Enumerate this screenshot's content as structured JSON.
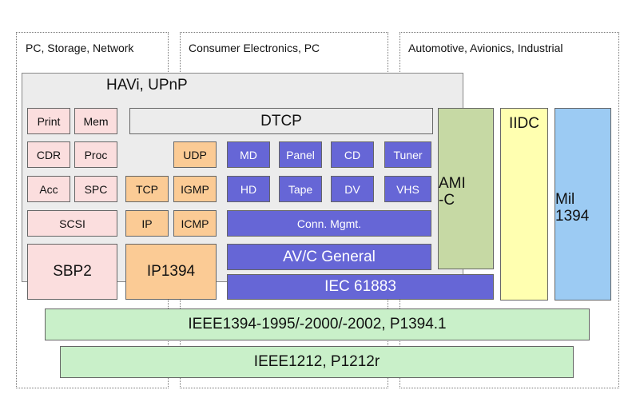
{
  "regions": {
    "pc": "PC, Storage, Network",
    "consumer": "Consumer Electronics, PC",
    "automotive": "Automotive, Avionics, Industrial"
  },
  "havi": "HAVi, UPnP",
  "dtcp": "DTCP",
  "storage": {
    "print": "Print",
    "mem": "Mem",
    "cdr": "CDR",
    "proc": "Proc",
    "acc": "Acc",
    "spc": "SPC",
    "scsi": "SCSI",
    "sbp2": "SBP2"
  },
  "network": {
    "udp": "UDP",
    "tcp": "TCP",
    "igmp": "IGMP",
    "ip": "IP",
    "icmp": "ICMP",
    "ip1394": "IP1394"
  },
  "av": {
    "md": "MD",
    "panel": "Panel",
    "cd": "CD",
    "tuner": "Tuner",
    "hd": "HD",
    "tape": "Tape",
    "dv": "DV",
    "vhs": "VHS",
    "conn_mgmt": "Conn. Mgmt.",
    "avc_general": "AV/C General",
    "iec": "IEC 61883"
  },
  "industrial": {
    "amic_line1": "AMI",
    "amic_line2": "-C",
    "iidc": "IIDC",
    "mil_line1": "Mil",
    "mil_line2": "1394"
  },
  "base": {
    "ieee1394": "IEEE1394-1995/-2000/-2002, P1394.1",
    "ieee1212": "IEEE1212, P1212r"
  },
  "colors": {
    "pink": "#fbdede",
    "orange": "#fbcb95",
    "blue": "#6666d6",
    "gray": "#ececec",
    "olive_green": "#c6d9a4",
    "light_yellow": "#ffffb0",
    "light_blue": "#9ccbf3",
    "light_green": "#c9f0c9"
  }
}
